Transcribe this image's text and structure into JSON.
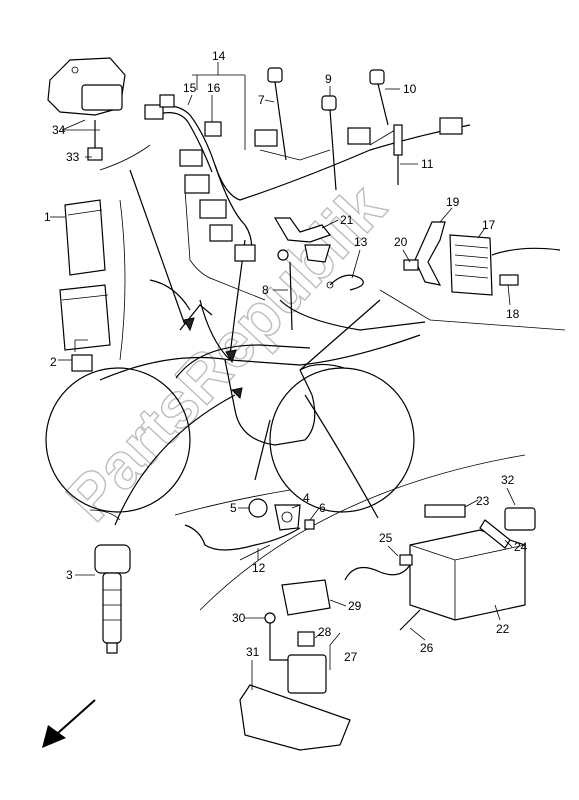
{
  "watermark": "PartsRepublik",
  "callouts": [
    "1",
    "2",
    "3",
    "4",
    "5",
    "6",
    "7",
    "8",
    "9",
    "10",
    "11",
    "12",
    "13",
    "14",
    "15",
    "16",
    "17",
    "18",
    "19",
    "20",
    "21",
    "22",
    "23",
    "24",
    "25",
    "26",
    "27",
    "28",
    "29",
    "30",
    "31",
    "32",
    "33",
    "34"
  ],
  "icons": {
    "direction_arrow": "arrow-down-left-icon"
  }
}
